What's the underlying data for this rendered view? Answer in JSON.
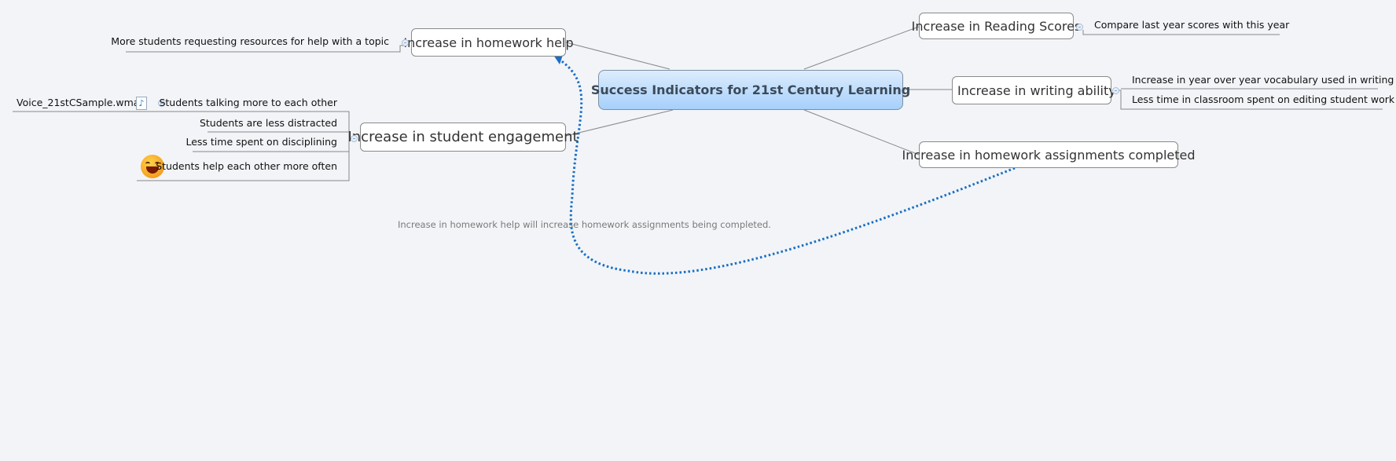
{
  "central": {
    "label": "Success Indicators for 21st Century Learning"
  },
  "topics": [
    {
      "label": "Increase in homework help",
      "children": [
        "More students requesting resources for help with a topic"
      ]
    },
    {
      "label": "Increase in student engagement",
      "children": [
        {
          "label": "Students talking more to each other",
          "attachment": "Voice_21stCSample.wma",
          "icon": "audio-file-icon"
        },
        {
          "label": "Students are less distracted"
        },
        {
          "label": "Less time spent on disciplining"
        },
        {
          "label": "Students help each other more often",
          "icon": "laughing-smiley-icon"
        }
      ]
    },
    {
      "label": "Increase in Reading Scores",
      "children": [
        "Compare last year scores with this year"
      ]
    },
    {
      "label": "Increase in writing ability",
      "icon": "globe-icon",
      "children": [
        "Increase in year over year vocabulary used in writing",
        "Less time in classroom spent on editing student work"
      ]
    },
    {
      "label": "Increase in homework assignments completed",
      "children": []
    }
  ],
  "relationship": {
    "label": "Increase in homework help will increase homework assignments being completed.",
    "color": "#1a6fc4"
  },
  "colors": {
    "background": "#f2f4f7",
    "central_top": "#dcecfd",
    "central_bottom": "#a6d0fb"
  }
}
